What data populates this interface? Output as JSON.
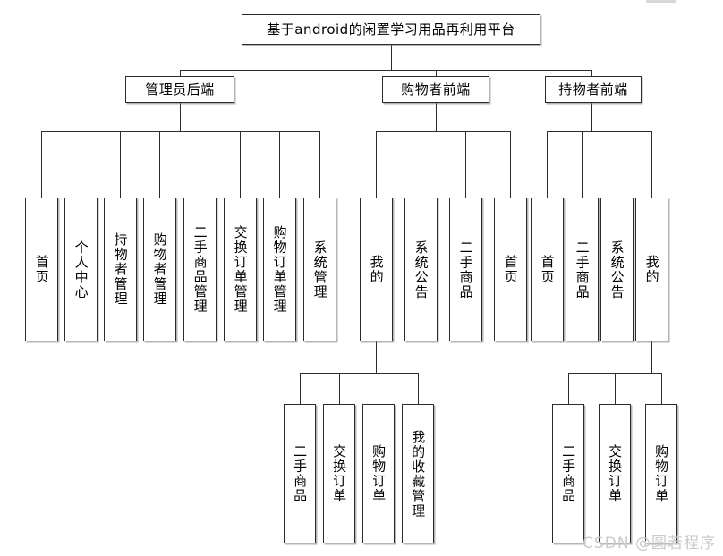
{
  "diagram": {
    "type": "tree",
    "root": {
      "label": "基于android的闲置学习用品再利用平台",
      "orientation": "horizontal"
    },
    "branches": [
      {
        "label": "管理员后端",
        "orientation": "horizontal",
        "children": [
          {
            "label": "首页"
          },
          {
            "label": "个人中心"
          },
          {
            "label": "持物者管理"
          },
          {
            "label": "购物者管理"
          },
          {
            "label": "二手商品管理"
          },
          {
            "label": "交换订单管理"
          },
          {
            "label": "购物订单管理"
          },
          {
            "label": "系统管理"
          }
        ]
      },
      {
        "label": "购物者前端",
        "orientation": "horizontal",
        "children": [
          {
            "label": "我的"
          },
          {
            "label": "系统公告"
          },
          {
            "label": "二手商品"
          },
          {
            "label": "首页"
          }
        ],
        "subtree_parent": "我的",
        "subtree_children": [
          {
            "label": "二手商品"
          },
          {
            "label": "交换订单"
          },
          {
            "label": "购物订单"
          },
          {
            "label": "我的收藏管理"
          }
        ]
      },
      {
        "label": "持物者前端",
        "orientation": "horizontal",
        "children": [
          {
            "label": "首页"
          },
          {
            "label": "二手商品"
          },
          {
            "label": "系统公告"
          },
          {
            "label": "我的"
          }
        ],
        "subtree_parent": "我的",
        "subtree_children": [
          {
            "label": "二手商品"
          },
          {
            "label": "交换订单"
          },
          {
            "label": "购物订单"
          }
        ]
      }
    ]
  },
  "watermark": {
    "text": "CSDN @圆若程序"
  },
  "colors": {
    "line": "#2b2b2b",
    "box_fill": "#ffffff",
    "text": "#000000",
    "watermark": "#c9c9c9"
  }
}
